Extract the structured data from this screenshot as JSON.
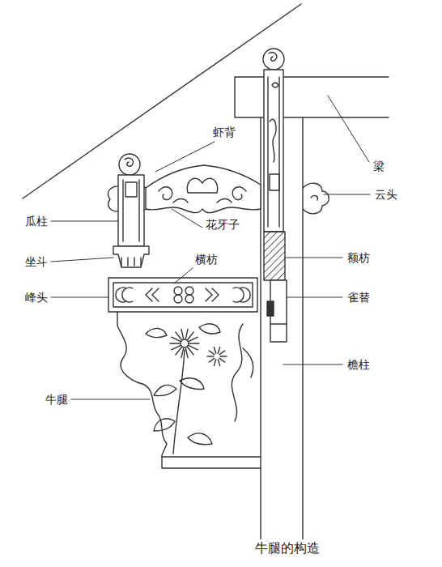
{
  "diagram": {
    "caption": "牛腿的构造",
    "labels": [
      "虾背",
      "梁",
      "云头",
      "瓜柱",
      "花牙子",
      "坐斗",
      "横枋",
      "额枋",
      "峰头",
      "雀替",
      "檐柱",
      "牛腿"
    ]
  }
}
